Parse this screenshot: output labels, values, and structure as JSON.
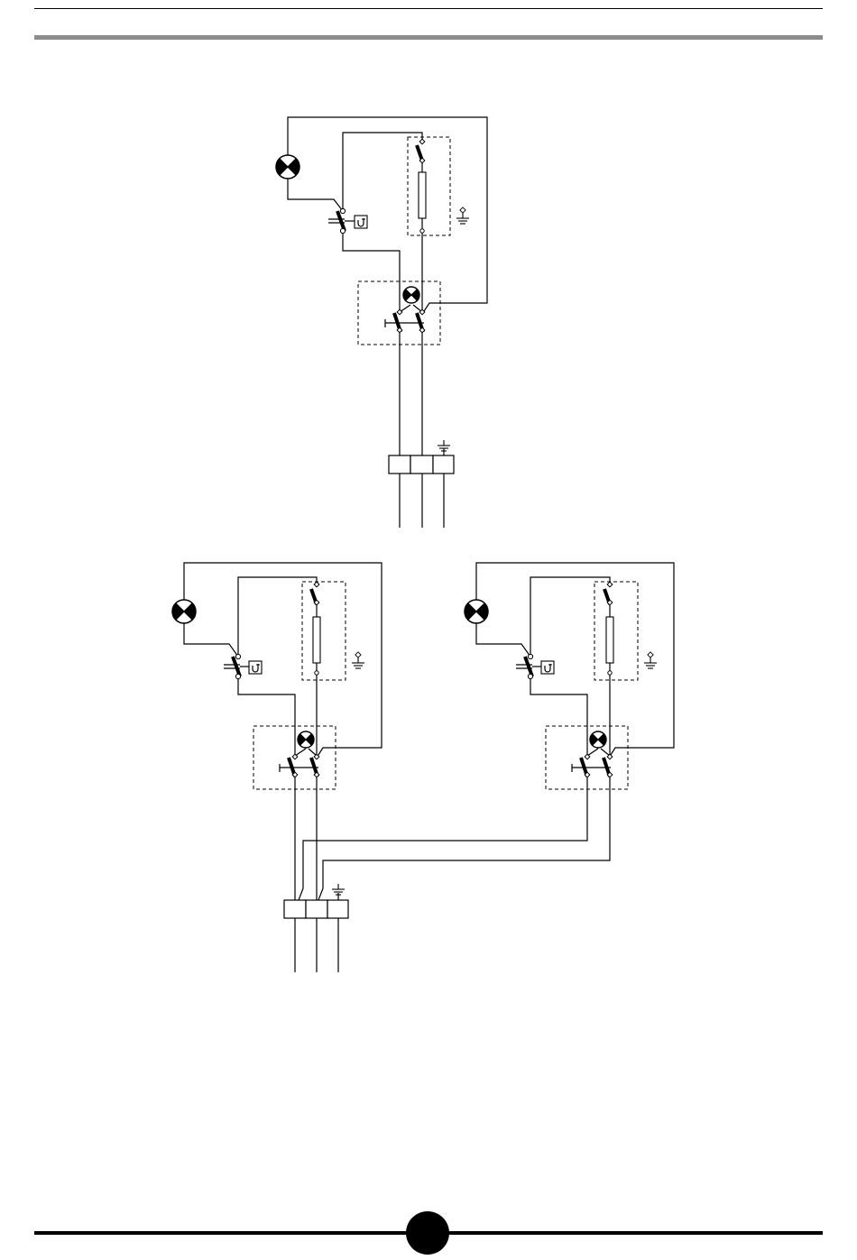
{
  "page": {
    "page_number": "",
    "accent_color": "#8c8c8c",
    "ink_color": "#000000"
  },
  "diagrams": [
    {
      "id": "single-circuit",
      "components": [
        "signal-lamp",
        "thermostat",
        "heating-element",
        "earth",
        "double-pole-switch",
        "terminal-block"
      ]
    },
    {
      "id": "dual-circuit-left",
      "components": [
        "signal-lamp",
        "thermostat",
        "heating-element",
        "earth",
        "double-pole-switch"
      ]
    },
    {
      "id": "dual-circuit-right",
      "components": [
        "signal-lamp",
        "thermostat",
        "heating-element",
        "earth",
        "double-pole-switch"
      ]
    },
    {
      "id": "dual-terminal-block",
      "components": [
        "terminal-block",
        "earth"
      ]
    }
  ]
}
